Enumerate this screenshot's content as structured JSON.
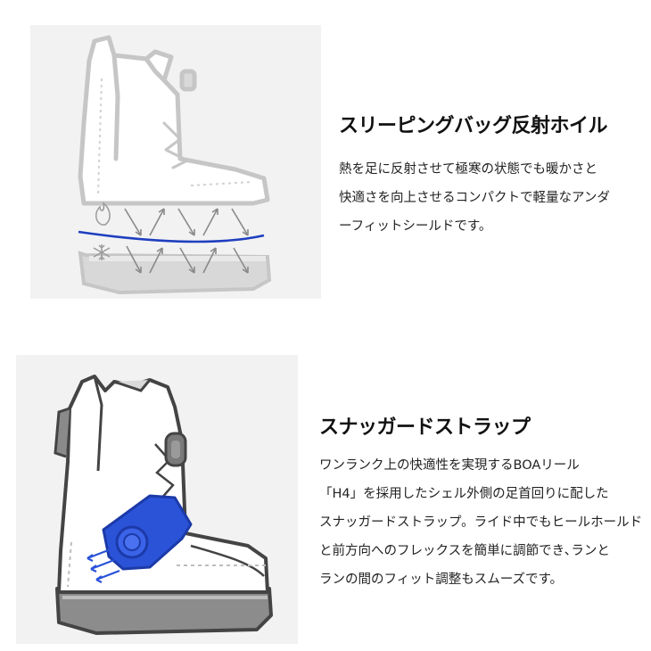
{
  "sections": [
    {
      "title": "スリーピングバッグ反射ホイル",
      "lines": [
        "熱を足に反射させて極寒の状態でも暖かさと",
        "快適さを向上させるコンパクトで軽量なアンダ",
        "ーフィットシールドです。"
      ],
      "illustration": "boot-reflective-foil-diagram",
      "icons": [
        "flame-icon",
        "snowflake-icon"
      ],
      "colors": {
        "panel": "#f2f2f2",
        "accent": "#1f3fbf"
      }
    },
    {
      "title": "スナッガードストラップ",
      "lines": [
        "ワンランク上の快適性を実現するBOAリール",
        "「H4」を採用したシェル外側の足首回りに配した",
        "スナッガードストラップ。ライド中でもヒールホールド",
        "と前方向へのフレックスを簡単に調節でき､ランと",
        "ランの間のフィット調整もスムーズです。"
      ],
      "illustration": "boot-snuggard-strap-diagram",
      "icons": [
        "boa-dial-icon"
      ],
      "colors": {
        "panel": "#f2f2f2",
        "accent": "#2a53d8"
      }
    }
  ]
}
